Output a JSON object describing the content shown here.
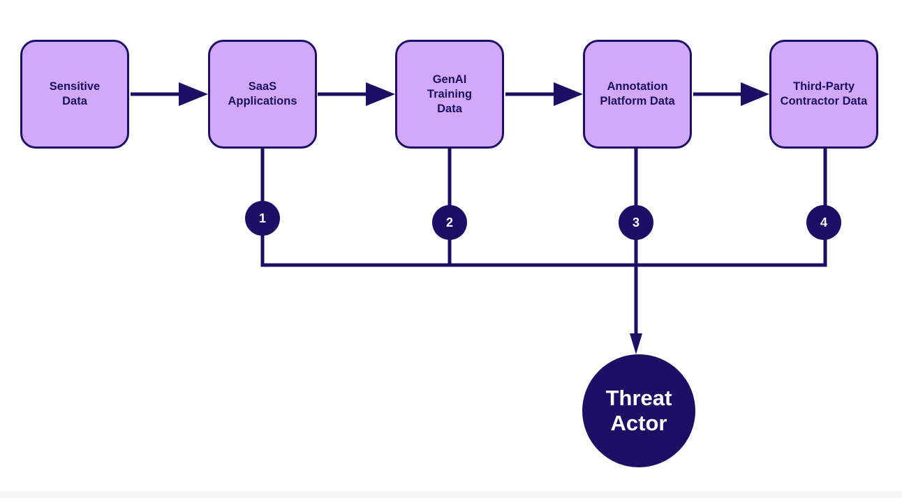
{
  "nodes": {
    "sensitive_data": "Sensitive\nData",
    "saas_applications": "SaaS\nApplications",
    "genai_training_data": "GenAI\nTraining\nData",
    "annotation_platform_data": "Annotation\nPlatform Data",
    "third_party_contractor_data": "Third-Party\nContractor Data"
  },
  "badges": {
    "b1": "1",
    "b2": "2",
    "b3": "3",
    "b4": "4"
  },
  "threat_actor": "Threat\nActor",
  "colors": {
    "node_fill": "#d2a8fc",
    "stroke_dark": "#1a0f63",
    "badge_text": "#ffffff"
  }
}
